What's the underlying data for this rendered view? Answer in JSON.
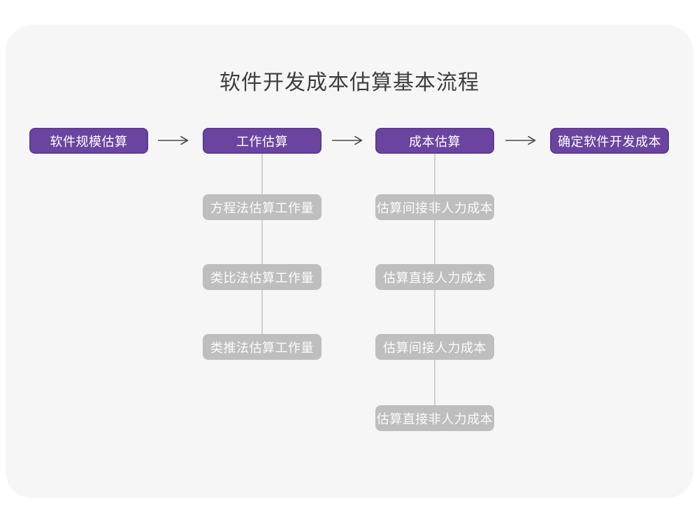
{
  "title": "软件开发成本估算基本流程",
  "flow": {
    "main_steps": [
      {
        "label": "软件规模估算"
      },
      {
        "label": "工作估算"
      },
      {
        "label": "成本估算"
      },
      {
        "label": "确定软件开发成本"
      }
    ],
    "work_estimation_methods": [
      {
        "label": "方程法估算工作量"
      },
      {
        "label": "类比法估算工作量"
      },
      {
        "label": "类推法估算工作量"
      }
    ],
    "cost_estimation_steps": [
      {
        "label": "估算间接非人力成本"
      },
      {
        "label": "估算直接人力成本"
      },
      {
        "label": "估算间接人力成本"
      },
      {
        "label": "估算直接非人力成本"
      }
    ]
  },
  "colors": {
    "primary_fill": "#6b44a0",
    "primary_border": "#5d3a92",
    "secondary_fill": "#bebebe",
    "canvas_fill": "#f6f6f7",
    "connector": "#cfcfcf",
    "arrow": "#4c4c4e",
    "title_text": "#3e3e40",
    "node_text": "#ffffff"
  }
}
